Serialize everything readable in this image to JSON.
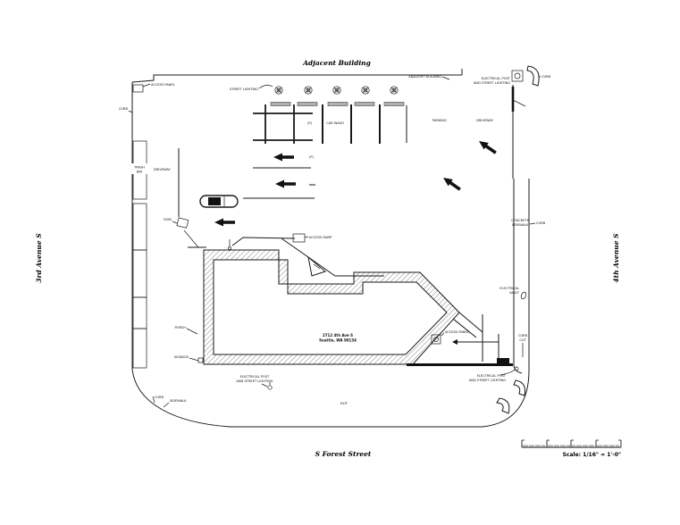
{
  "drawing": {
    "type": "architectural-site-plan",
    "top_label": "Adjacent Building",
    "bottom_street": "S Forest Street",
    "left_street": "3rd Avenue S",
    "right_street": "4th Avenue S",
    "scale_note": "Scale: 1/16\" = 1'-0\"",
    "building": {
      "address_line1": "2712 4th Ave S",
      "address_line2": "Seattle, WA 98134"
    },
    "labels": {
      "adjacent_building_small": "ADJACENT BUILDING",
      "electrical_post_line1": "ELECTRICAL POST",
      "electrical_post_line2": "AND STREET LIGHTING",
      "street_lighting": "STREET LIGHTING",
      "access_panel": "ACCESS PANEL",
      "access_ramp": "ACCESS RAMP",
      "curb": "CURB",
      "driveway": "DRIVEWAY",
      "car_wash": "CAR WASH",
      "parking": "PARKING",
      "p_marker": "(P)",
      "concrete_line1": "CONCRETE",
      "concrete_line2": "SIDEWALK",
      "vault_line1": "ELECTRICAL",
      "vault_line2": "VAULT",
      "trash_line1": "TRASH",
      "trash_line2": "BIN",
      "curbcut_line1": "CURB",
      "curbcut_line2": "CUT",
      "porch": "PORCH",
      "sign": "SIGN",
      "signage": "SIGNAGE",
      "exit": "EXIT",
      "sidewalk": "SIDEWALK"
    },
    "colors": {
      "line": "#1a1a1a",
      "bumper_fill": "#b0b0b0",
      "background": "#ffffff"
    }
  }
}
